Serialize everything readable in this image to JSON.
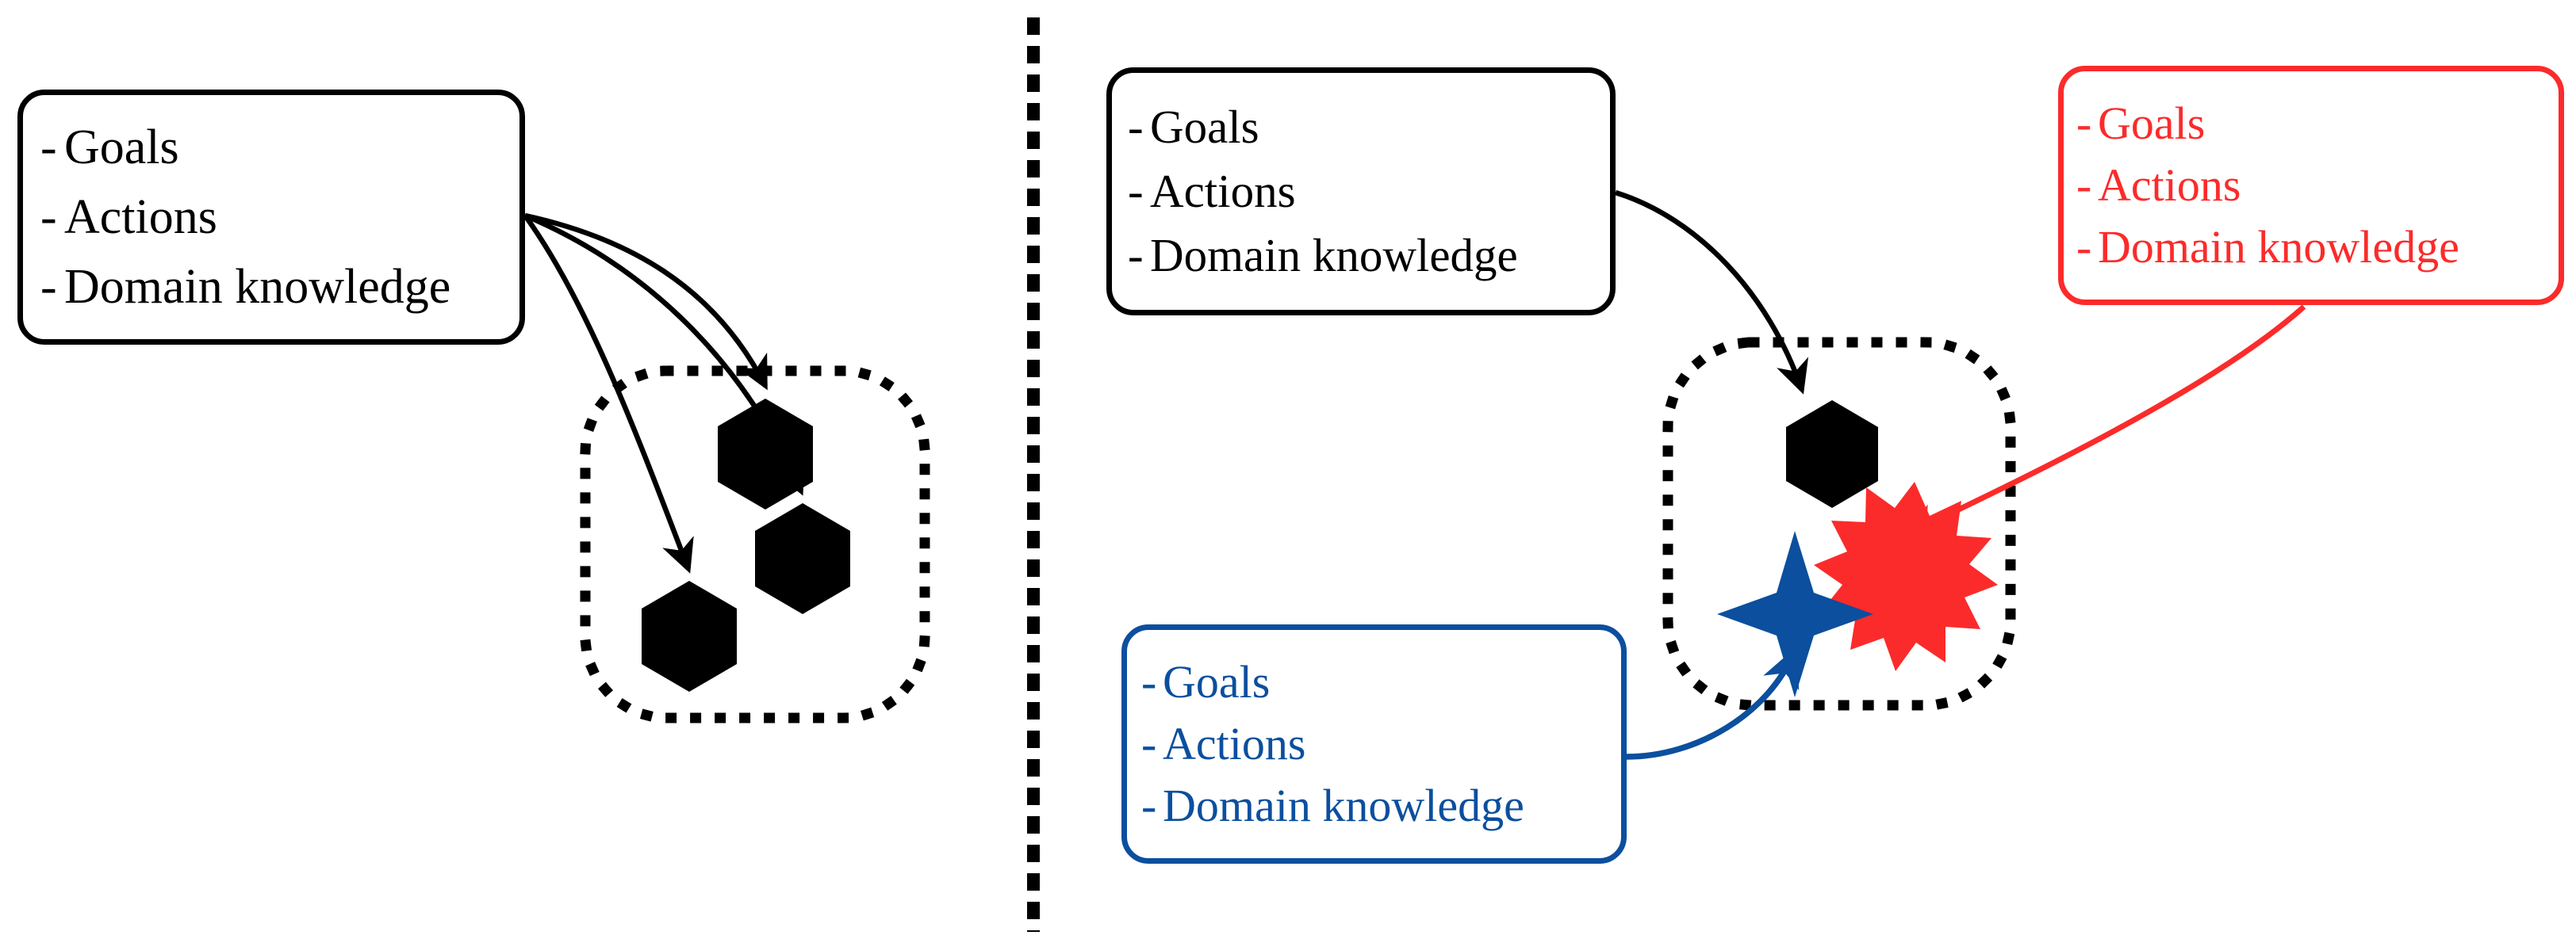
{
  "diagram": {
    "title": "Agent specification transfer diagram",
    "panels": [
      {
        "id": "left",
        "name": "single-specification-panel",
        "spec_box": {
          "name": "spec-box-black-left",
          "color": "#000000",
          "bullet_marker": "-",
          "items": [
            "Goals",
            "Actions",
            "Domain knowledge"
          ]
        },
        "environment": {
          "name": "dotted-environment-left",
          "border_style": "dotted",
          "border_color": "#000000",
          "agents": [
            {
              "shape": "hexagon",
              "color": "#000000",
              "name": "agent-hexagon-1"
            },
            {
              "shape": "hexagon",
              "color": "#000000",
              "name": "agent-hexagon-2"
            },
            {
              "shape": "hexagon",
              "color": "#000000",
              "name": "agent-hexagon-3"
            }
          ]
        },
        "arrows": [
          {
            "name": "arrow-black-1",
            "color": "#000000",
            "from": "spec-box-black-left",
            "to": "agent-hexagon-1"
          },
          {
            "name": "arrow-black-2",
            "color": "#000000",
            "from": "spec-box-black-left",
            "to": "agent-hexagon-2"
          },
          {
            "name": "arrow-black-3",
            "color": "#000000",
            "from": "spec-box-black-left",
            "to": "agent-hexagon-3"
          }
        ]
      },
      {
        "id": "right",
        "name": "per-agent-specification-panel",
        "spec_boxes": [
          {
            "name": "spec-box-black-right",
            "color": "#000000",
            "bullet_marker": "-",
            "items": [
              "Goals",
              "Actions",
              "Domain knowledge"
            ]
          },
          {
            "name": "spec-box-red",
            "color": "#FB2B2B",
            "bullet_marker": "-",
            "items": [
              "Goals",
              "Actions",
              "Domain knowledge"
            ]
          },
          {
            "name": "spec-box-blue",
            "color": "#0B4F9E",
            "bullet_marker": "-",
            "items": [
              "Goals",
              "Actions",
              "Domain knowledge"
            ]
          }
        ],
        "environment": {
          "name": "dotted-environment-right",
          "border_style": "dotted",
          "border_color": "#000000",
          "agents": [
            {
              "shape": "hexagon",
              "color": "#000000",
              "name": "agent-hexagon-black"
            },
            {
              "shape": "starburst-12",
              "color": "#FB2B2B",
              "name": "agent-starburst-red"
            },
            {
              "shape": "four-point-star",
              "color": "#0B4F9E",
              "name": "agent-star-blue"
            }
          ]
        },
        "arrows": [
          {
            "name": "arrow-black-right",
            "color": "#000000",
            "from": "spec-box-black-right",
            "to": "agent-hexagon-black"
          },
          {
            "name": "arrow-red",
            "color": "#FB2B2B",
            "from": "spec-box-red",
            "to": "agent-starburst-red"
          },
          {
            "name": "arrow-blue",
            "color": "#0B4F9E",
            "from": "spec-box-blue",
            "to": "agent-star-blue"
          }
        ]
      }
    ],
    "divider": {
      "name": "panel-divider",
      "style": "dashed-vertical",
      "color": "#000000"
    },
    "colors": {
      "black": "#000000",
      "red": "#FB2B2B",
      "blue": "#0B4F9E",
      "background": "#FFFFFF"
    }
  }
}
